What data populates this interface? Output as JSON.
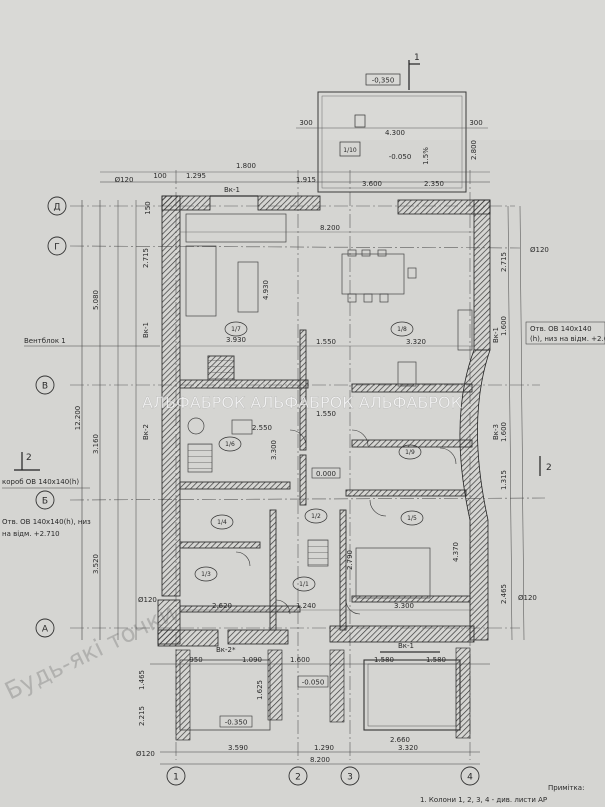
{
  "axes": {
    "letters": [
      "Д",
      "Г",
      "В",
      "Б",
      "А"
    ],
    "numbers": [
      "1",
      "2",
      "3",
      "4"
    ]
  },
  "top": {
    "level": "-0,350",
    "section": "1",
    "dims_row1": [
      "1.295",
      "1.800",
      "1.915",
      "3.600",
      "2.350"
    ],
    "dims_terrace": [
      "300",
      "4.300",
      "300"
    ],
    "terrace_label": "1/10",
    "terrace_level": "-0.050",
    "slope": "1.5%",
    "terrace_height": "2.800",
    "d120": "Ø120",
    "small": [
      "100",
      "150"
    ],
    "vk": "Вк-1"
  },
  "rooms": [
    {
      "id": "1/7"
    },
    {
      "id": "1/8"
    },
    {
      "id": "1/6"
    },
    {
      "id": "1/9"
    },
    {
      "id": "1/4"
    },
    {
      "id": "1/2"
    },
    {
      "id": "1/5"
    },
    {
      "id": "1/3"
    },
    {
      "id": "1/1"
    }
  ],
  "dims": {
    "inner_top": "8.200",
    "living_w": "3.930",
    "living_h": "4.930",
    "mid1": "1.550",
    "mid2": "3.320",
    "mid3": "1.550",
    "room6_w": "2.550",
    "room6_h": "3.300",
    "bottom_l": "2.620",
    "bottom_m": "1.240",
    "bottom_r": "3.300",
    "room5_h": "2.790",
    "room5_w": "4.370",
    "zero": "0.000",
    "left_total": "12.200",
    "left_a": "5.080",
    "left_b": "3.160",
    "left_c": "3.520",
    "left_d": "2.715",
    "right_a": "2.715",
    "right_b": "1.600",
    "right_c": "1.600",
    "right_d": "1.315",
    "right_e": "2.465",
    "bot_row": [
      "950",
      "1.090",
      "1.600",
      "1.580",
      "1.580"
    ],
    "bot_total": "8.200",
    "bot_parts": [
      "3.590",
      "1.290",
      "3.320"
    ],
    "bot_level": "-0.350",
    "bot_level2": "-0.050",
    "porch_w": "2.660",
    "porch_h": "2.215",
    "porch_h2": "1.465",
    "porch_h3": "1.625"
  },
  "labels": {
    "ventblock": "Вентблок 1",
    "vk_side": "Вк-1",
    "vk2": "Вк-2",
    "vk3": "Вк-3",
    "vk_bottom": "Вк-1",
    "vk_bottom2": "Вк-2*",
    "otv_right_1": "Отв. ОВ 140х140",
    "otv_right_2": "(h), низ на відм. +2.6",
    "otv_left_1": "короб ОВ 140х140(h)",
    "otv_left_2": "Отв. ОВ 140х140(h), низ",
    "otv_left_3": "на відм. +2.710",
    "section2": "2",
    "d120_left": "Ø120",
    "d120_right": "Ø120",
    "primitka": "Примітка:",
    "primitka_text": "1. Колони 1, 2, 3, 4 - див. листи АР"
  },
  "watermark": "АЛЬФАБРОК АЛЬФАБРОК АЛЬФАБРОК",
  "stamp": "Будь-які точки"
}
